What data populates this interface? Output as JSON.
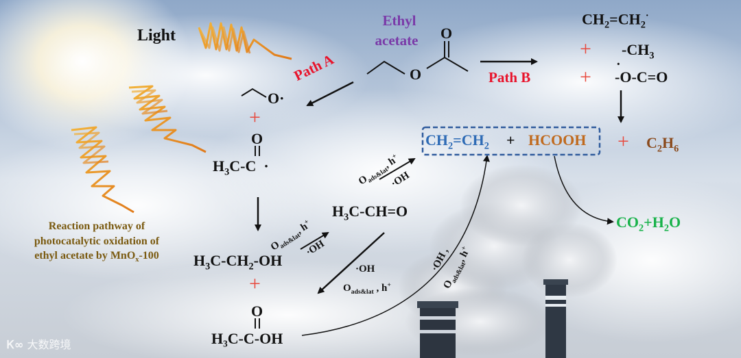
{
  "labels": {
    "light": "Light",
    "ethyl_acetate": [
      "Ethyl",
      "acetate"
    ],
    "path_a": "Path A",
    "path_b": "Path B",
    "caption": [
      "Reaction pathway of",
      "photocatalytic oxidation of",
      "ethyl acetate by MnO",
      "x",
      "-100"
    ],
    "watermark": "大数跨境"
  },
  "species": {
    "ethoxy_radical": "O·",
    "acetyl_radical": "H₃C-C ·",
    "ethanol": "H₃C-CH₂-OH",
    "acetaldehyde": "H₃C-CH=O",
    "acetic_acid": "H₃C-C-OH",
    "ethylene_radical": "CH₂=CH₂",
    "methyl": "-CH₃",
    "carboxyl_radical": "-O-C=O",
    "ethylene": "CH₂=CH₂",
    "formic_acid": "HCOOH",
    "ethane": "C₂H₆",
    "co2_h2o": "CO₂+H₂O",
    "ester_o": "O",
    "carbonyl_o": "O"
  },
  "conditions": {
    "oxidants": "O",
    "oxidants_sub": "ads&lat",
    "hole": ", h",
    "hole_sup": "+",
    "hydroxyl": "·OH"
  },
  "colors": {
    "path_label": "#e8142c",
    "plus": "#e8483c",
    "ethyl_acetate": "#7a3aa8",
    "ethylene": "#2e6bb5",
    "formic_acid": "#c06a1e",
    "ethane": "#8a4a1c",
    "co2": "#18b24a",
    "caption": "#7a5a10",
    "box_border": "#2e5a9c"
  }
}
